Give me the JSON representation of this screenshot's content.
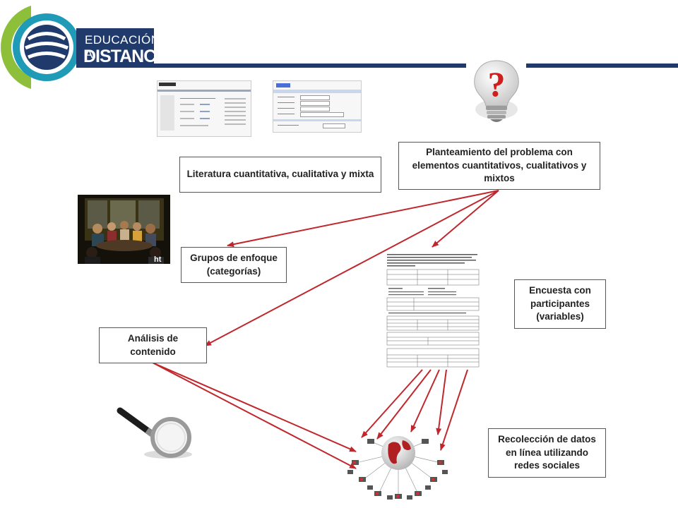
{
  "logo": {
    "line1": "EDUCACIÓN A",
    "line2": "DISTANCIA"
  },
  "colors": {
    "accent": "#1f3a6b",
    "arrow": "#c0272d",
    "logo_green": "#8dbf3a",
    "logo_teal": "#1f9bb7"
  },
  "boxes": {
    "literatura": "Literatura cuantitativa, cualitativa y mixta",
    "planteamiento": "Planteamiento del problema con elementos cuantitativos, cualitativos y mixtos",
    "grupos": "Grupos de enfoque (categorías)",
    "encuesta": "Encuesta con participantes (variables)",
    "analisis": "Análisis de contenido",
    "recoleccion": "Recolección de datos en línea utilizando redes sociales"
  },
  "icons": {
    "question_bulb": "question-bulb-icon",
    "magnifier": "magnifying-glass-icon",
    "globe_network": "globe-network-icon"
  }
}
